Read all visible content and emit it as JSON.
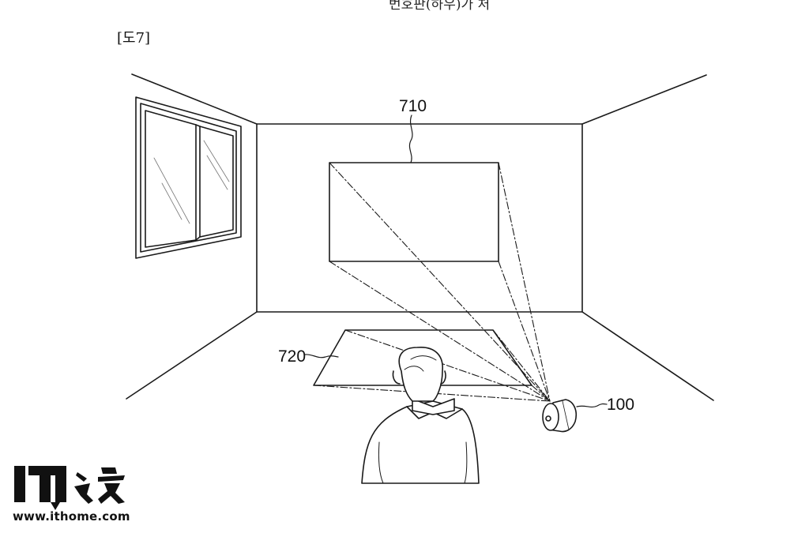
{
  "header": {
    "top_text": "번호판(하우)가 처"
  },
  "figure": {
    "label": "[도7]"
  },
  "references": {
    "screen_wall": "710",
    "screen_floor": "720",
    "projector": "100"
  },
  "watermark": {
    "logo_text": "IT之家",
    "url": "www.ithome.com"
  },
  "colors": {
    "line": "#1a1a1a",
    "background": "#ffffff"
  }
}
